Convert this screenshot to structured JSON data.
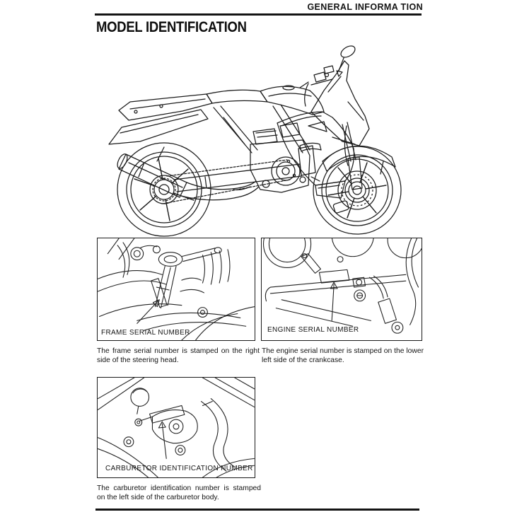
{
  "header": {
    "section_title": "GENERAL INFORMA TION"
  },
  "title": "MODEL IDENTIFICATION",
  "figures": {
    "frame_serial": {
      "label": "FRAME SERIAL NUMBER",
      "caption": "The frame serial number is stamped on the right side of the steering head."
    },
    "engine_serial": {
      "label": "ENGINE SERIAL NUMBER",
      "caption": "The engine serial number is stamped on the lower left side of the crankcase."
    },
    "carburetor_id": {
      "label": "CARBURETOR IDENTIFICATION NUMBER",
      "caption": "The carburetor identification number is stamped on the left side of the carburetor body."
    }
  }
}
